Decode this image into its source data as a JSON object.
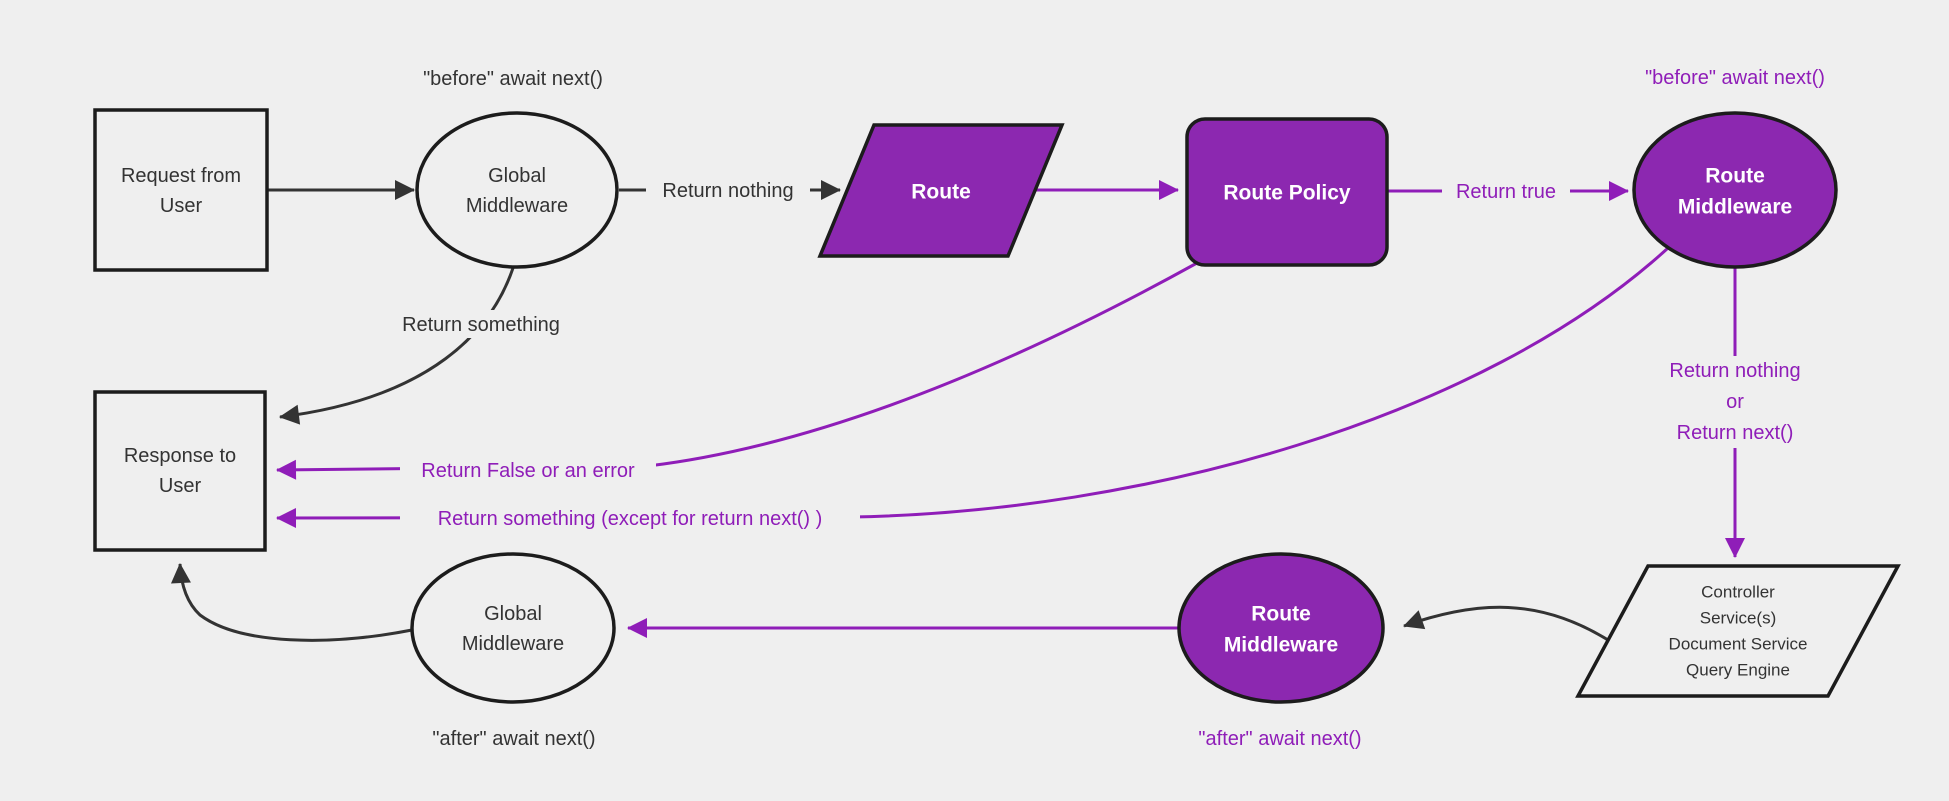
{
  "title": "Middleware request and response flow diagram",
  "colors": {
    "background": "#efefef",
    "node_fill_light": "#efefef",
    "node_fill_purple": "#8c28b0",
    "node_stroke": "#1c1c1c",
    "edge_black": "#333333",
    "edge_purple": "#8f1db8",
    "text_dark": "#333333",
    "text_light": "#ffffff"
  },
  "nodes": {
    "request": {
      "line1": "Request from",
      "line2": "User"
    },
    "global_middleware_top": {
      "line1": "Global",
      "line2": "Middleware"
    },
    "route": {
      "label": "Route"
    },
    "route_policy": {
      "label": "Route Policy"
    },
    "route_middleware_top": {
      "line1": "Route",
      "line2": "Middleware"
    },
    "controller": {
      "line1": "Controller",
      "line2": "Service(s)",
      "line3": "Document Service",
      "line4": "Query Engine"
    },
    "response": {
      "line1": "Response to",
      "line2": "User"
    },
    "route_middleware_bottom": {
      "line1": "Route",
      "line2": "Middleware"
    },
    "global_middleware_bottom": {
      "line1": "Global",
      "line2": "Middleware"
    }
  },
  "edge_labels": {
    "return_nothing_top": "Return nothing",
    "return_true": "Return true",
    "return_something": "Return something",
    "return_false_or_error": "Return False or an error",
    "return_something_except": "Return something (except for return next() )",
    "return_nothing_or_line1": "Return nothing",
    "return_nothing_or_line2": "or",
    "return_nothing_or_line3": "Return next()"
  },
  "annotations": {
    "before_await_black": "\"before\" await next()",
    "before_await_purple": "\"before\" await next()",
    "after_await_black": "\"after\" await next()",
    "after_await_purple": "\"after\" await next()"
  }
}
